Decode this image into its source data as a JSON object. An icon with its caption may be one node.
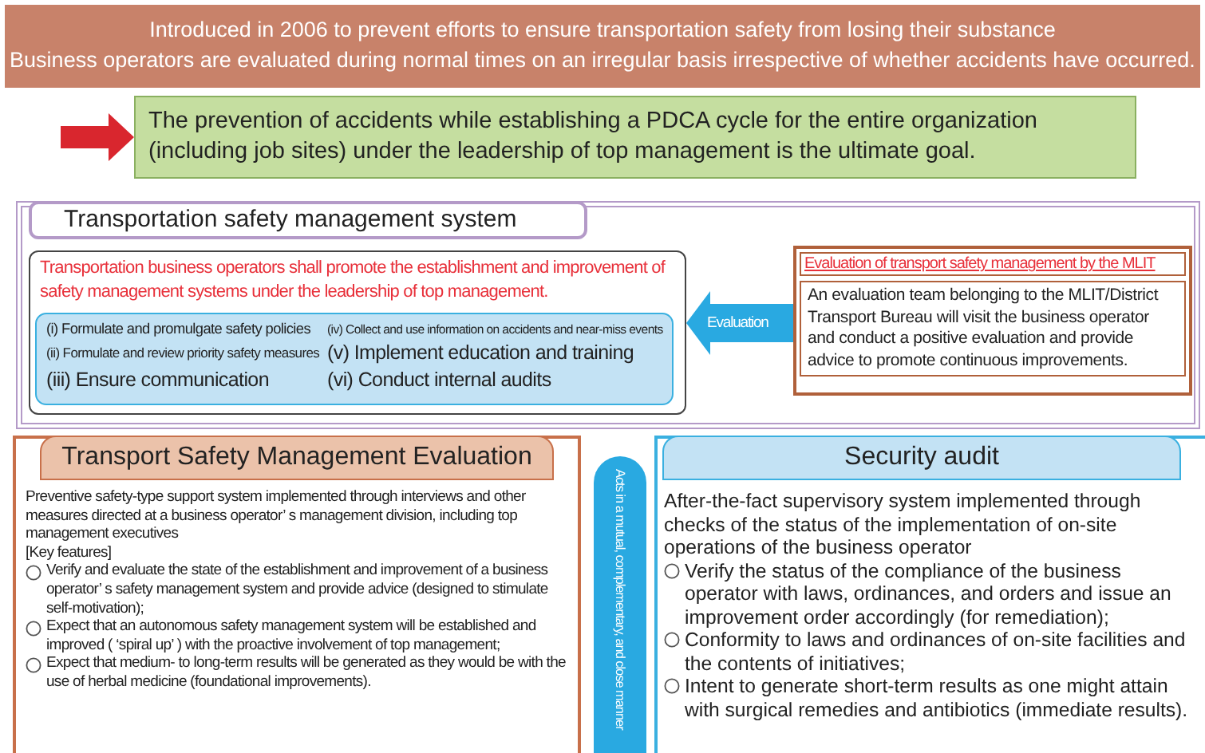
{
  "diagram": {
    "nodes": [
      {
        "text": [
          "Introduced in 2006 to prevent efforts to ensure transportation safety from losing their substance",
          "Business operators are evaluated during normal times on an irregular basis irrespective of whether accidents have occurred."
        ]
      },
      {
        "text": [
          "The prevention of accidents while establishing a PDCA cycle for the entire organization (including job sites) under the leadership of top management is the ultimate goal."
        ]
      },
      {
        "text": [
          "Transportation safety management system"
        ]
      },
      {
        "text": [
          "Transportation business operators shall promote the establishment and improvement of safety management systems under the leadership of top management."
        ],
        "in": 2
      },
      {
        "text": [
          "(i) Formulate and promulgate safety policies",
          "(iv) Collect and use information on accidents and near-miss events",
          "(ii) Formulate and review priority safety measures",
          "(v) Implement education and training",
          "(iii) Ensure communication",
          "(vi) Conduct internal audits"
        ],
        "in": 3
      },
      {
        "text": [
          "Evaluation of transport safety management by the MLIT",
          "An evaluation team belonging to the MLIT/District Transport Bureau will visit the business operator and conduct a positive evaluation and provide advice to promote continuous improvements."
        ],
        "in": 2
      },
      {
        "text": [
          "Transport Safety Management Evaluation",
          "Preventive safety-type support system implemented through interviews and other measures directed at a business operator’ s management division, including top management executives",
          "[Key features]",
          "Verify and evaluate the state of the establishment and improvement of a business operator’ s safety management system and provide advice (designed to stimulate self-motivation);",
          "Expect that an autonomous safety management system will be established and improved ( ‘spiral up’ ) with the proactive involvement of top management;",
          "Expect that medium- to long-term results will be generated as they would be with the use of herbal medicine (foundational improvements)."
        ]
      },
      {
        "text": [
          "Acts in a mutual, complementary, and close manner"
        ]
      },
      {
        "text": [
          "Security audit",
          "After-the-fact supervisory system implemented through checks of the status of the implementation of on-site operations of the business operator",
          "Verify the status of the compliance of the business operator with laws, ordinances, and orders and issue an improvement order accordingly (for remediation);",
          "Conformity to laws and ordinances of on-site facilities and the contents of initiatives;",
          "Intent to generate short-term results as one might attain with surgical remedies and antibiotics (immediate results)."
        ]
      }
    ],
    "edges": [
      {
        "from": null,
        "to": 1,
        "arrow": "to",
        "color": "#d9262e"
      },
      {
        "from": 5,
        "to": 3,
        "arrow": "to",
        "label": "Evaluation",
        "color": "#29a9e1"
      }
    ]
  }
}
